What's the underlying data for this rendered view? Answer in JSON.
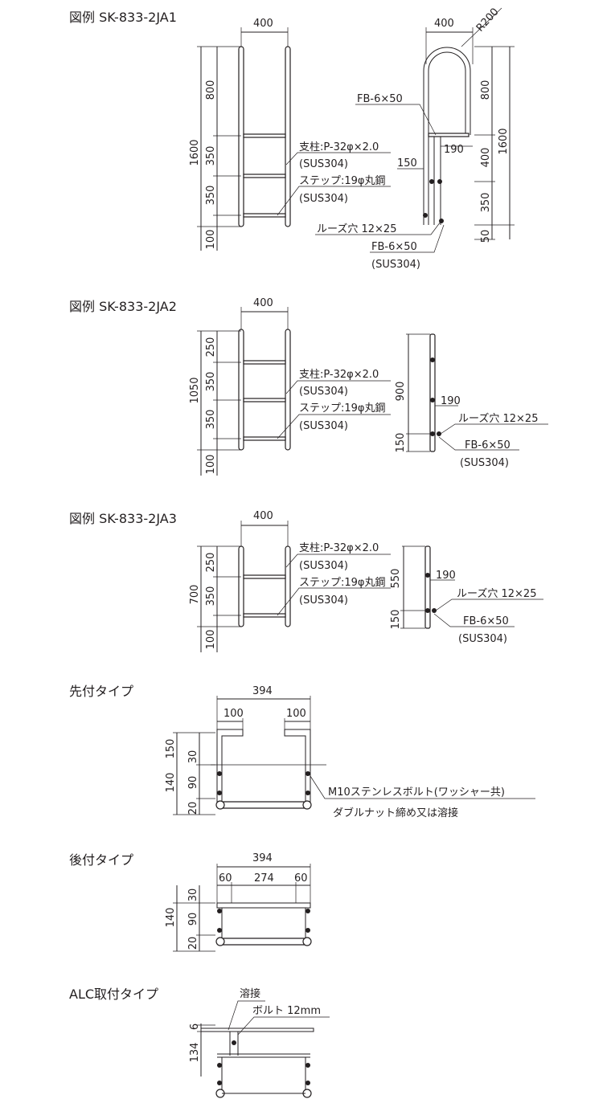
{
  "sections": [
    {
      "title": "図例 SK-833-2JA1",
      "front": {
        "width": "400",
        "total": "1600",
        "segments": [
          "800",
          "350",
          "350",
          "100"
        ]
      },
      "notes": {
        "pole_spec": "支柱:P-32φ×2.0",
        "pole_material": "(SUS304)",
        "step_spec": "ステップ:19φ丸鋼",
        "step_material": "(SUS304)"
      },
      "side": {
        "width": "400",
        "radius": "R200",
        "total": "1600",
        "segments": [
          "800",
          "400",
          "350",
          "50"
        ],
        "offset_height": "150",
        "bracket_width": "190",
        "fb_top": "FB-6×50",
        "slot": "ルーズ穴 12×25",
        "fb_bottom": "FB-6×50",
        "fb_material": "(SUS304)"
      }
    },
    {
      "title": "図例 SK-833-2JA2",
      "front": {
        "width": "400",
        "total": "1050",
        "segments": [
          "250",
          "350",
          "350",
          "100"
        ]
      },
      "notes": {
        "pole_spec": "支柱:P-32φ×2.0",
        "pole_material": "(SUS304)",
        "step_spec": "ステップ:19φ丸鋼",
        "step_material": "(SUS304)"
      },
      "side": {
        "segments": [
          "900",
          "150"
        ],
        "bracket_width": "190",
        "slot": "ルーズ穴 12×25",
        "fb": "FB-6×50",
        "fb_material": "(SUS304)"
      }
    },
    {
      "title": "図例 SK-833-2JA3",
      "front": {
        "width": "400",
        "total": "700",
        "segments": [
          "250",
          "350",
          "100"
        ]
      },
      "notes": {
        "pole_spec": "支柱:P-32φ×2.0",
        "pole_material": "(SUS304)",
        "step_spec": "ステップ:19φ丸鋼",
        "step_material": "(SUS304)"
      },
      "side": {
        "segments": [
          "550",
          "150"
        ],
        "bracket_width": "190",
        "slot": "ルーズ穴 12×25",
        "fb": "FB-6×50",
        "fb_material": "(SUS304)"
      }
    },
    {
      "title": "先付タイプ",
      "width": "394",
      "arm_left": "100",
      "arm_right": "100",
      "height_outer": "150",
      "height_inner": "140",
      "v_segments": [
        "30",
        "90",
        "20"
      ],
      "note_bolt": "M10ステンレスボルト(ワッシャー共)",
      "note_nut": "ダブルナット締め又は溶接"
    },
    {
      "title": "後付タイプ",
      "width": "394",
      "h_segments": [
        "60",
        "274",
        "60"
      ],
      "height": "140",
      "v_segments": [
        "30",
        "90",
        "20"
      ]
    },
    {
      "title": "ALC取付タイプ",
      "weld": "溶接",
      "bolt": "ボルト 12mm",
      "v_segments": [
        "6",
        "134"
      ]
    }
  ]
}
